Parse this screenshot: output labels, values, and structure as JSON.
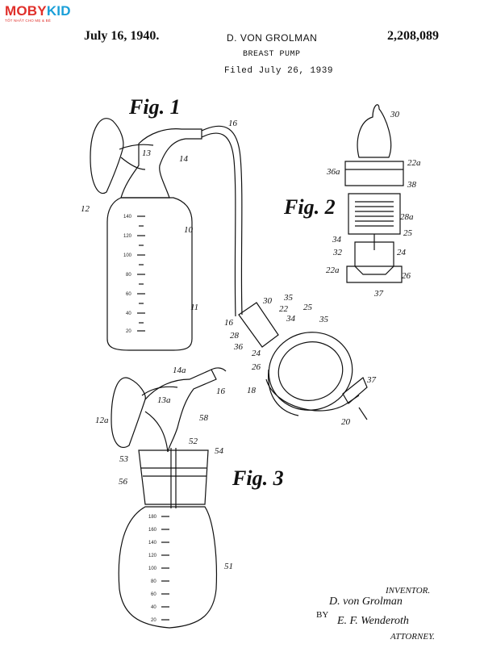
{
  "logo": {
    "brand_part1": "MOBY",
    "brand_part2": "KID",
    "tagline": "TỐT NHẤT CHO MẸ & BÉ"
  },
  "header": {
    "date": "July 16, 1940.",
    "inventor_name": "D. VON GROLMAN",
    "patent_number": "2,208,089",
    "title": "BREAST PUMP",
    "filed": "Filed July 26, 1939"
  },
  "figures": {
    "fig1_label": "Fig. 1",
    "fig2_label": "Fig. 2",
    "fig3_label": "Fig. 3"
  },
  "reference_numerals": {
    "fig1": [
      "16",
      "13",
      "14",
      "12",
      "10",
      "11"
    ],
    "fig2": [
      "30",
      "22a",
      "36a",
      "38",
      "28a",
      "25",
      "34",
      "32",
      "24",
      "22a",
      "26",
      "37"
    ],
    "fig_misc": [
      "30",
      "35",
      "22",
      "25",
      "16",
      "34",
      "35",
      "28",
      "36",
      "24",
      "26",
      "18",
      "37",
      "20"
    ],
    "fig3": [
      "14a",
      "16",
      "13a",
      "12a",
      "58",
      "52",
      "54",
      "53",
      "56",
      "51"
    ]
  },
  "bottle1_scale": [
    "140",
    "120",
    "100",
    "80",
    "60",
    "40",
    "20"
  ],
  "bottle3_scale": [
    "180",
    "160",
    "140",
    "120",
    "100",
    "80",
    "60",
    "40",
    "20"
  ],
  "signature": {
    "inventor_label": "INVENTOR.",
    "inventor_signature": "D. von Grolman",
    "by_label": "BY",
    "attorney_signature": "E. F. Wenderoth",
    "attorney_label": "ATTORNEY."
  }
}
